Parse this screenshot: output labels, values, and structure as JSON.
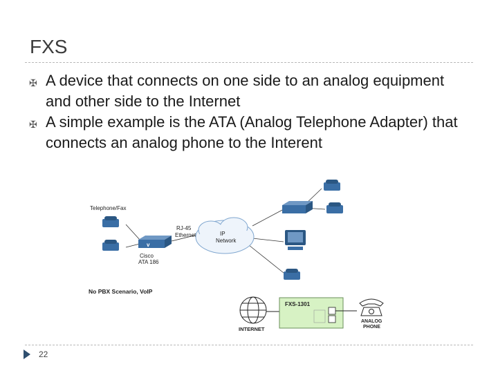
{
  "slide": {
    "title": "FXS",
    "page_number": "22",
    "bullets": [
      "A device that connects on one side to an analog equipment and other side to the Internet",
      "A simple example is the ATA (Analog Telephone Adapter) that connects an analog phone to the Interent"
    ]
  },
  "diagram": {
    "telephone_fax": "Telephone/Fax",
    "rj45": "RJ-45",
    "ethernet": "Ethernet",
    "ip": "IP",
    "network": "Network",
    "cisco": "Cisco",
    "ata": "ATA 186",
    "caption": "No PBX Scenario, VoIP"
  },
  "fxs_figure": {
    "model": "FXS-1301",
    "internet": "INTERNET",
    "analog": "ANALOG",
    "phone": "PHONE"
  },
  "icons": [
    "bullet-icon",
    "telephone-icon",
    "ata-device-icon",
    "cloud-icon",
    "router-icon",
    "computer-icon",
    "globe-icon",
    "page-marker-icon"
  ],
  "colors": {
    "cloud_blue": "#7fa6cf",
    "device_blue": "#3a6ea5",
    "fxs_box": "#d7f2c4"
  }
}
